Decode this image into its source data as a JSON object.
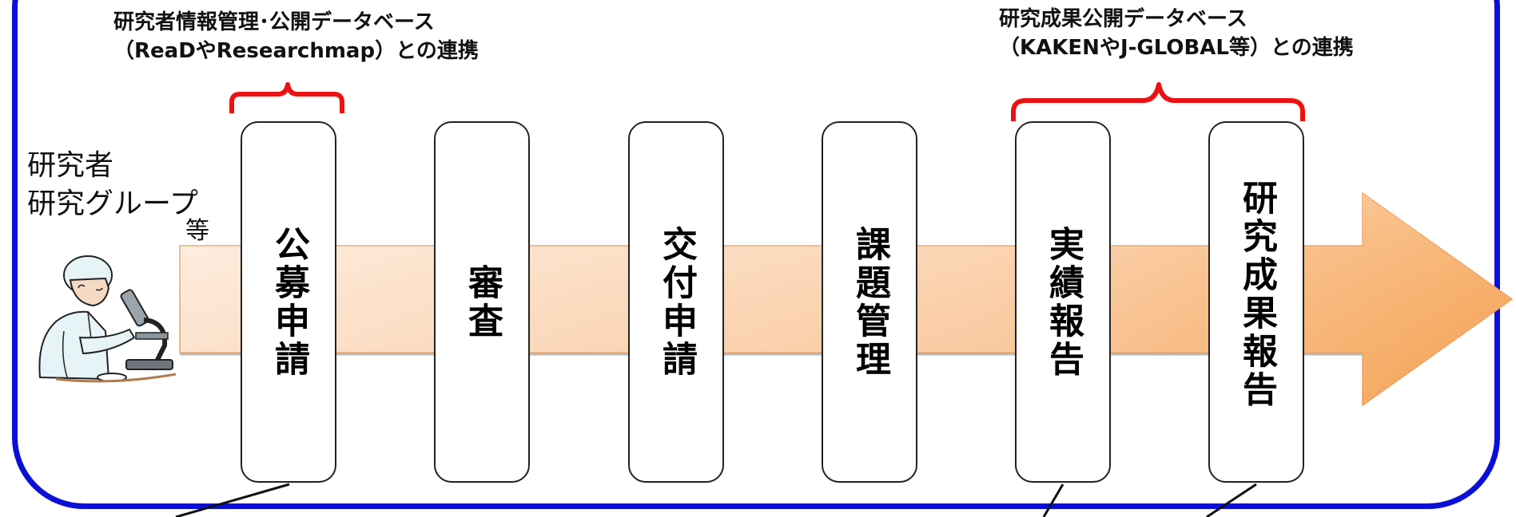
{
  "captions": {
    "left": {
      "line1": "研究者情報管理･公開データベース",
      "line2": "（ReaDやResearchmap）との連携"
    },
    "right": {
      "line1": "研究成果公開データベース",
      "line2": "（KAKENやJ-GLOBAL等）との連携"
    }
  },
  "actor": {
    "line1": "研究者",
    "line2": "研究グループ",
    "line3": "等"
  },
  "stages": [
    {
      "label": "公募申請"
    },
    {
      "label": "審査"
    },
    {
      "label": "交付申請"
    },
    {
      "label": "課題管理"
    },
    {
      "label": "実績報告"
    },
    {
      "label": "研究成果報告"
    }
  ],
  "colors": {
    "frame": "#0a10d6",
    "brace": "#ee1111",
    "arrow_light": "#fde8d6",
    "arrow_dark": "#f7a658"
  },
  "icons": {
    "researcher": "scientist-with-microscope-icon"
  }
}
